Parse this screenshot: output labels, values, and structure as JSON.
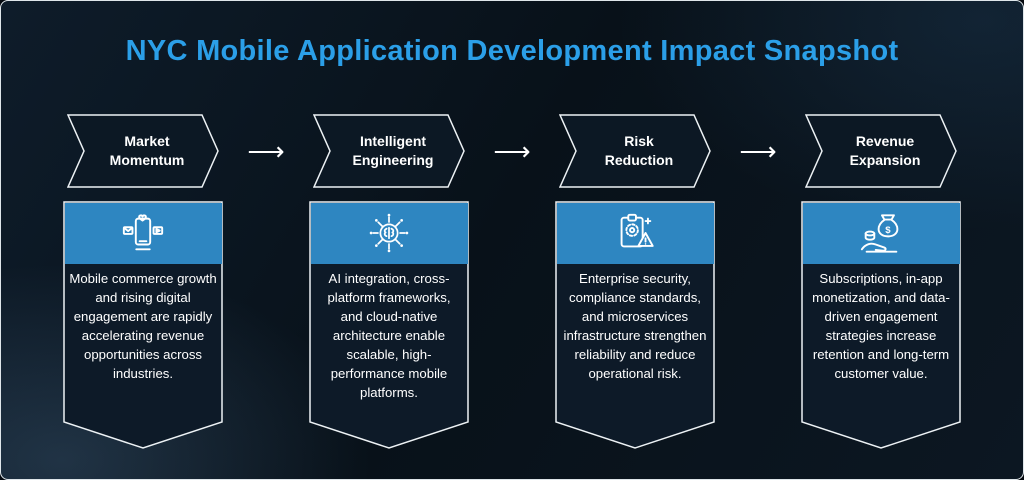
{
  "title": "NYC Mobile Application Development Impact Snapshot",
  "arrow_glyph": "⟶",
  "colors": {
    "title_accent": "#2B9FE8",
    "card_header_blue": "#2E86C1",
    "background_dark": "#0B1520",
    "outline_white": "#EDF2F5",
    "text_white": "#FFFFFF"
  },
  "steps": [
    {
      "banner": "Market\nMomentum",
      "icon": "mobile-commerce-engagement-icon",
      "description": "Mobile commerce growth and rising digital engagement are rapidly accelerating revenue opportunities across industries."
    },
    {
      "banner": "Intelligent\nEngineering",
      "icon": "ai-circuit-icon",
      "description": "AI integration, cross-platform frameworks, and cloud-native architecture enable scalable, high-performance mobile platforms."
    },
    {
      "banner": "Risk\nReduction",
      "icon": "compliance-checklist-warning-icon",
      "description": "Enterprise security, compliance standards, and microservices infrastructure strengthen reliability and reduce operational risk."
    },
    {
      "banner": "Revenue\nExpansion",
      "icon": "hand-money-bag-icon",
      "money_symbol": "$",
      "description": "Subscriptions, in-app monetization, and data-driven engagement strategies increase retention and long-term customer value."
    }
  ]
}
